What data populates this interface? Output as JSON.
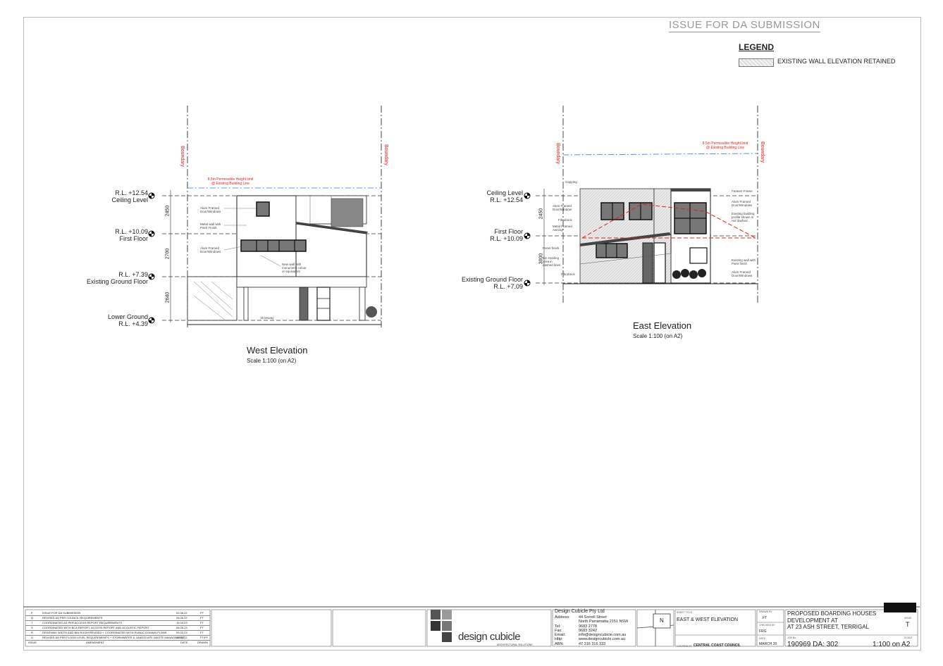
{
  "stamp": "ISSUE FOR DA SUBMISSION",
  "legend": {
    "title": "LEGEND",
    "item": "EXISTING WALL ELEVATION RETAINED"
  },
  "west": {
    "title": "West Elevation",
    "scale": "Scale 1:100 (on A2)",
    "boundary": "Boundary",
    "height_limit": [
      "8.5m Permissible Height limit",
      "@ Existing Building Line"
    ],
    "levels": [
      {
        "rl": "R.L. +12.54",
        "name": "Ceiling Level"
      },
      {
        "rl": "R.L. +10.09",
        "name": "First Floor"
      },
      {
        "rl": "R.L. +7.39",
        "name": "Existing Ground Floor"
      },
      {
        "rl": "Lower Ground",
        "name": "R.L. +4.39"
      }
    ],
    "dims": [
      "2450",
      "2700",
      "2640"
    ],
    "notes": [
      "Alum Framed Door/Windows",
      "Metal wall with Paint Finish",
      "Alum Framed Door/Windows",
      "New wall with monument colour or equivalent"
    ],
    "driveway": "Driveway"
  },
  "east": {
    "title": "East Elevation",
    "scale": "Scale 1:100 (on A2)",
    "boundary": "Boundary",
    "height_limit": [
      "8.5m Permissible Height limit",
      "@ Existing Building Line"
    ],
    "levels": [
      {
        "rl": "Ceiling Level",
        "name": "R.L. +12.54"
      },
      {
        "rl": "First Floor",
        "name": "R.L. +10.09"
      },
      {
        "rl": "Existing Ground Floor",
        "name": "R.L. +7.09"
      }
    ],
    "dims": [
      "2450",
      "3000"
    ],
    "notes_left": [
      "Capping",
      "Alum Framed Door/Window",
      "Fibrobrick",
      "Metal Framed Awning",
      "Panel finish",
      "Bin Holding area in dashed lines",
      "Fibrobrick"
    ],
    "notes_right": [
      "Feature Frame",
      "Alum Framed Door/Windows",
      "Existing building profile shown in red dashed",
      "Existing wall with Paint finish",
      "Alum Framed Door/Windows"
    ]
  },
  "revisions": [
    {
      "id": "P",
      "desc": "ISSUE FOR DA SUBMISSION",
      "date": "02.08.22",
      "by": "FF"
    },
    {
      "id": "Q",
      "desc": "REVISED AS PER COUNCIL REQUIREMENTS",
      "date": "26.06.22",
      "by": "FT"
    },
    {
      "id": "T",
      "desc": "COORDINATED AS PER ACCESS REPORT REQUIREMENTS",
      "date": "15.04.23",
      "by": "FT"
    },
    {
      "id": "S",
      "desc": "COORDINATED WITH BCA REPORT, ACCESS REPORT AND ACOUSTIC REPORT",
      "date": "06.05.23",
      "by": "FT"
    },
    {
      "id": "R",
      "desc": "DRIVEWAY WIDTH AND BIN ROOM REVISED + COORDINATED WITH PUBLIC DOMAIN PLANS",
      "date": "09.03.23",
      "by": "FT"
    },
    {
      "id": "U",
      "desc": "REVISED AS PER FLOOD LEVEL REQUIREMENTS + STORMWATER & LANDSCAPE-WASTE MANAGEMENT",
      "date": "07.12.22",
      "by": "FT/FF"
    }
  ],
  "rev_headers": {
    "issue": "ISSUE",
    "amend": "AMENDMENT",
    "date": "DATE",
    "by": "DRAWN"
  },
  "company": {
    "logo": "design cubicle",
    "logo_sub": "ARCHITECTURAL SOLUTIONS",
    "name": "Design Cubicle Pty Ltd",
    "rows": [
      {
        "k": "Address:",
        "v": "44 Sorrell Street"
      },
      {
        "k": "",
        "v": "North Parramatta 2151 NSW"
      },
      {
        "k": "Tel:",
        "v": "9683 2778"
      },
      {
        "k": "Fax:",
        "v": "9683 3242"
      },
      {
        "k": "Email:",
        "v": "info@designcubicle.com.au"
      },
      {
        "k": "Http:",
        "v": "www.designcubicle.com.au"
      },
      {
        "k": "ABN:",
        "v": "47 316 316 333"
      }
    ]
  },
  "drawing": {
    "north": "N",
    "title_label": "SHEET TITLE",
    "title": "EAST & WEST ELEVATION",
    "council_label": "LOCATED AT",
    "council": "CENTRAL COAST COUNCIL",
    "drawn_label": "DRAWN BY",
    "drawn": "FT",
    "checked_label": "CHECKED BY",
    "checked": "FRG",
    "date_label": "DATE",
    "date": "MARCH 20",
    "project": [
      "PROPOSED BOARDING HOUSES",
      "DEVELOPMENT AT",
      "AT 23 ASH STREET, TERRIGAL"
    ],
    "issue_label": "ISSUE",
    "issue": "T",
    "job_label": "JOB No.",
    "job": "190969 DA: 302",
    "scale_label": "SCALE",
    "scale": "1:100 on A2"
  }
}
